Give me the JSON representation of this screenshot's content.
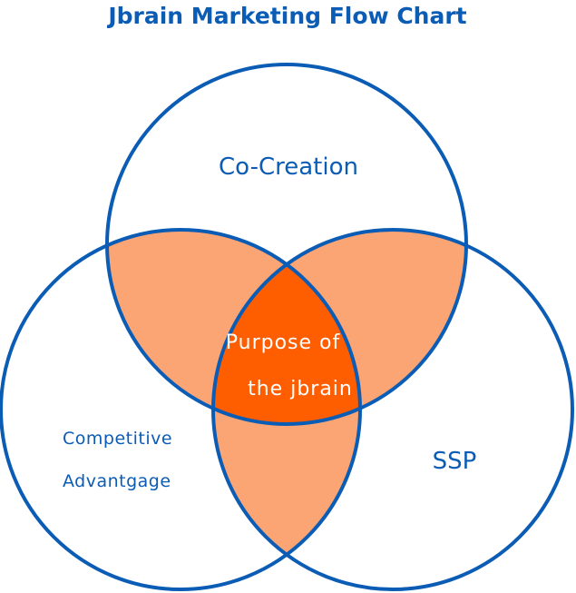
{
  "title": "Jbrain Marketing Flow Chart",
  "sets": {
    "top": {
      "label": "Co-Creation"
    },
    "left": {
      "label_lines": [
        "Competitive",
        "Advantgage"
      ]
    },
    "right": {
      "label": "SSP"
    }
  },
  "center": {
    "label_lines": [
      "Purpose of",
      "the jbrain"
    ]
  },
  "colors": {
    "outline": "#0b5cb5",
    "text": "#0b5cb5",
    "pair_overlap": "#fca574",
    "triple_overlap": "#ff5e00",
    "center_text": "#ffffff",
    "background": "#ffffff"
  }
}
